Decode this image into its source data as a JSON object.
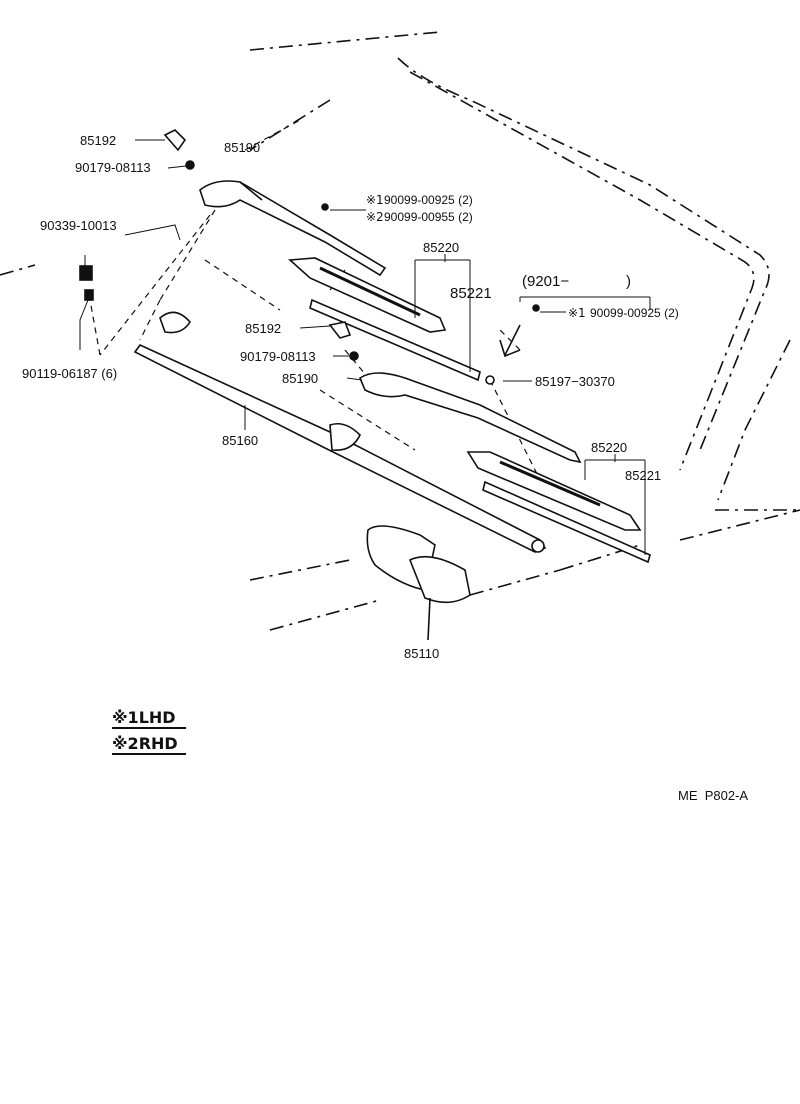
{
  "diagram": {
    "parts": {
      "p85192_top": "85192",
      "p90179_top": "90179-08113",
      "p85190_top": "85190",
      "p90339": "90339-10013",
      "p90119": "90119-06187 (6)",
      "p90099_lhd": "90099-00925 (2)",
      "p90099_rhd": "90099-00955 (2)",
      "p85220_top": "85220",
      "p85221_top": "85221",
      "p9201_open": "(9201−",
      "p9201_close": ")",
      "p90099_right": "90099-00925 (2)",
      "p85192_mid": "85192",
      "p90179_mid": "90179-08113",
      "p85190_mid": "85190",
      "p85197": "85197−30370",
      "p85160": "85160",
      "p85220_bottom": "85220",
      "p85221_bottom": "85221",
      "p85110": "85110"
    },
    "markers": {
      "m1": "※1",
      "m2": "※2",
      "m1b": "※1"
    },
    "legend": {
      "lhd": "※1LHD",
      "rhd": "※2RHD"
    },
    "figure_code": "ME  P802-A"
  }
}
